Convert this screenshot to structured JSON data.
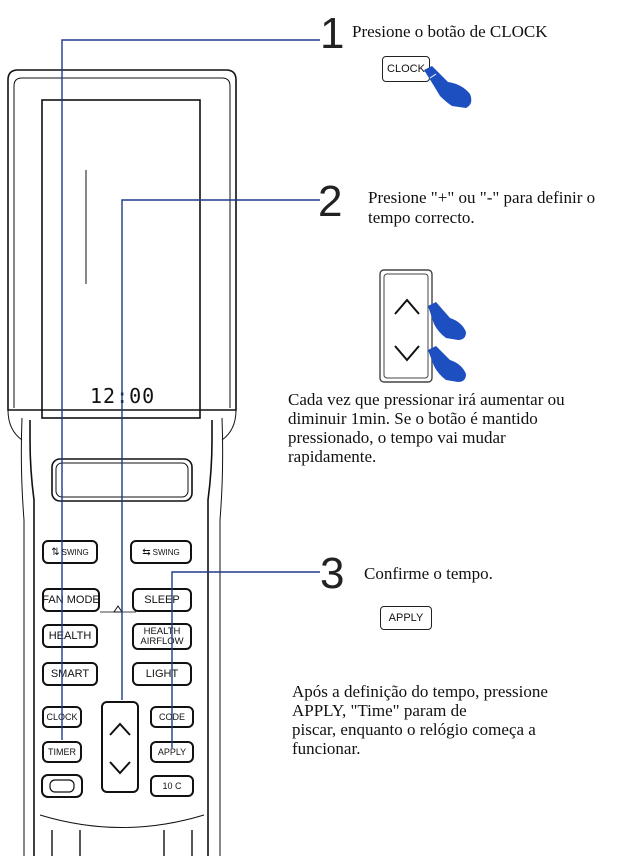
{
  "steps": [
    {
      "number": "1",
      "text": "Presione o botão de CLOCK",
      "button_label": "CLOCK"
    },
    {
      "number": "2",
      "text_line1": "Presione \"+\" ou \"-\" para definir o",
      "text_line2": "tempo correcto."
    },
    {
      "number": "3",
      "text": "Confirme o tempo.",
      "button_label": "APPLY"
    }
  ],
  "step2_note": [
    "Cada vez que pressionar irá aumentar ou",
    "diminuir 1min. Se o botão é mantido",
    "pressionado, o tempo vai mudar",
    "rapidamente."
  ],
  "step3_note": [
    "Após a definição do tempo, pressione",
    "APPLY,  \"Time\" param de",
    "piscar, enquanto o relógio começa a",
    "funcionar."
  ],
  "remote": {
    "lcd_time": "12:00",
    "buttons": {
      "swing_vertical": "SWING",
      "swing_horizontal": "SWING",
      "fan_mode": "FAN MODE",
      "sleep": "SLEEP",
      "health": "HEALTH",
      "health_airflow_1": "HEALTH",
      "health_airflow_2": "AIRFLOW",
      "smart": "SMART",
      "light": "LIGHT",
      "clock": "CLOCK",
      "code": "CODE",
      "timer": "TIMER",
      "apply": "APPLY",
      "ten_c": "10 C"
    }
  },
  "colors": {
    "line": "#1f3a8a",
    "hand": "#1e4fc1",
    "outline": "#111111"
  },
  "icons": [
    "hand-pointer-icon",
    "up-arrow-icon",
    "down-arrow-icon",
    "swing-vertical-icon",
    "swing-horizontal-icon"
  ]
}
